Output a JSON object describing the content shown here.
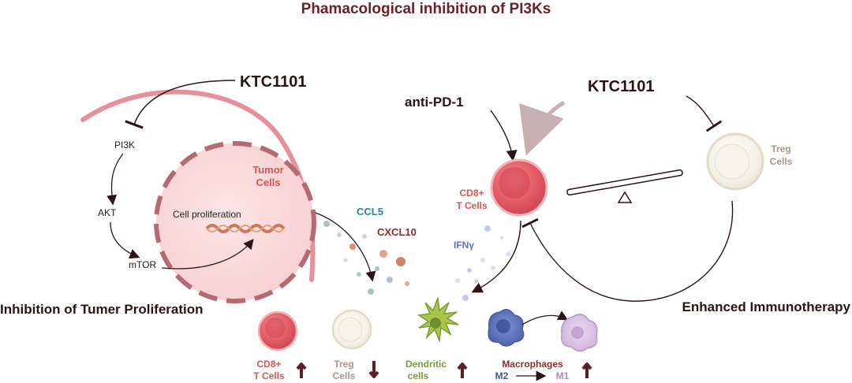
{
  "title": "Phamacological inhibition of PI3Ks",
  "left": {
    "drug": "KTC1101",
    "pathway": [
      "PI3K",
      "AKT",
      "mTOR"
    ],
    "tumor_label_line1": "Tumor",
    "tumor_label_line2": "Cells",
    "cell_proliferation": "Cell proliferation",
    "cytokine_1": "CCL5",
    "cytokine_2": "CXCL10",
    "section_title": "Inhibition of Tumer Proliferation"
  },
  "right": {
    "antibody": "anti-PD-1",
    "drug": "KTC1101",
    "cd8_line1": "CD8+",
    "cd8_line2": "T Cells",
    "treg_line1": "Treg",
    "treg_line2": "Cells",
    "ifn": "IFNγ",
    "section_title": "Enhanced Immunotherapy"
  },
  "bottom": {
    "cd8_line1": "CD8+",
    "cd8_line2": "T Cells",
    "treg_line1": "Treg",
    "treg_line2": "Cells",
    "dc_line1": "Dendritic",
    "dc_line2": "cells",
    "macro_title": "Macrophages",
    "m2": "M2",
    "m1": "M1"
  },
  "colors": {
    "tumor_fill": "#f7d3d3",
    "tumor_dash": "#b46a72",
    "arc": "#e8909a",
    "cd8": "#e35a64",
    "treg": "#f1ece0",
    "dendritic": "#a9c64a",
    "macrophage_m2": "#5a6fb5",
    "macrophage_m1": "#d8c2e0",
    "arrow_dark": "#6b1f2a"
  }
}
